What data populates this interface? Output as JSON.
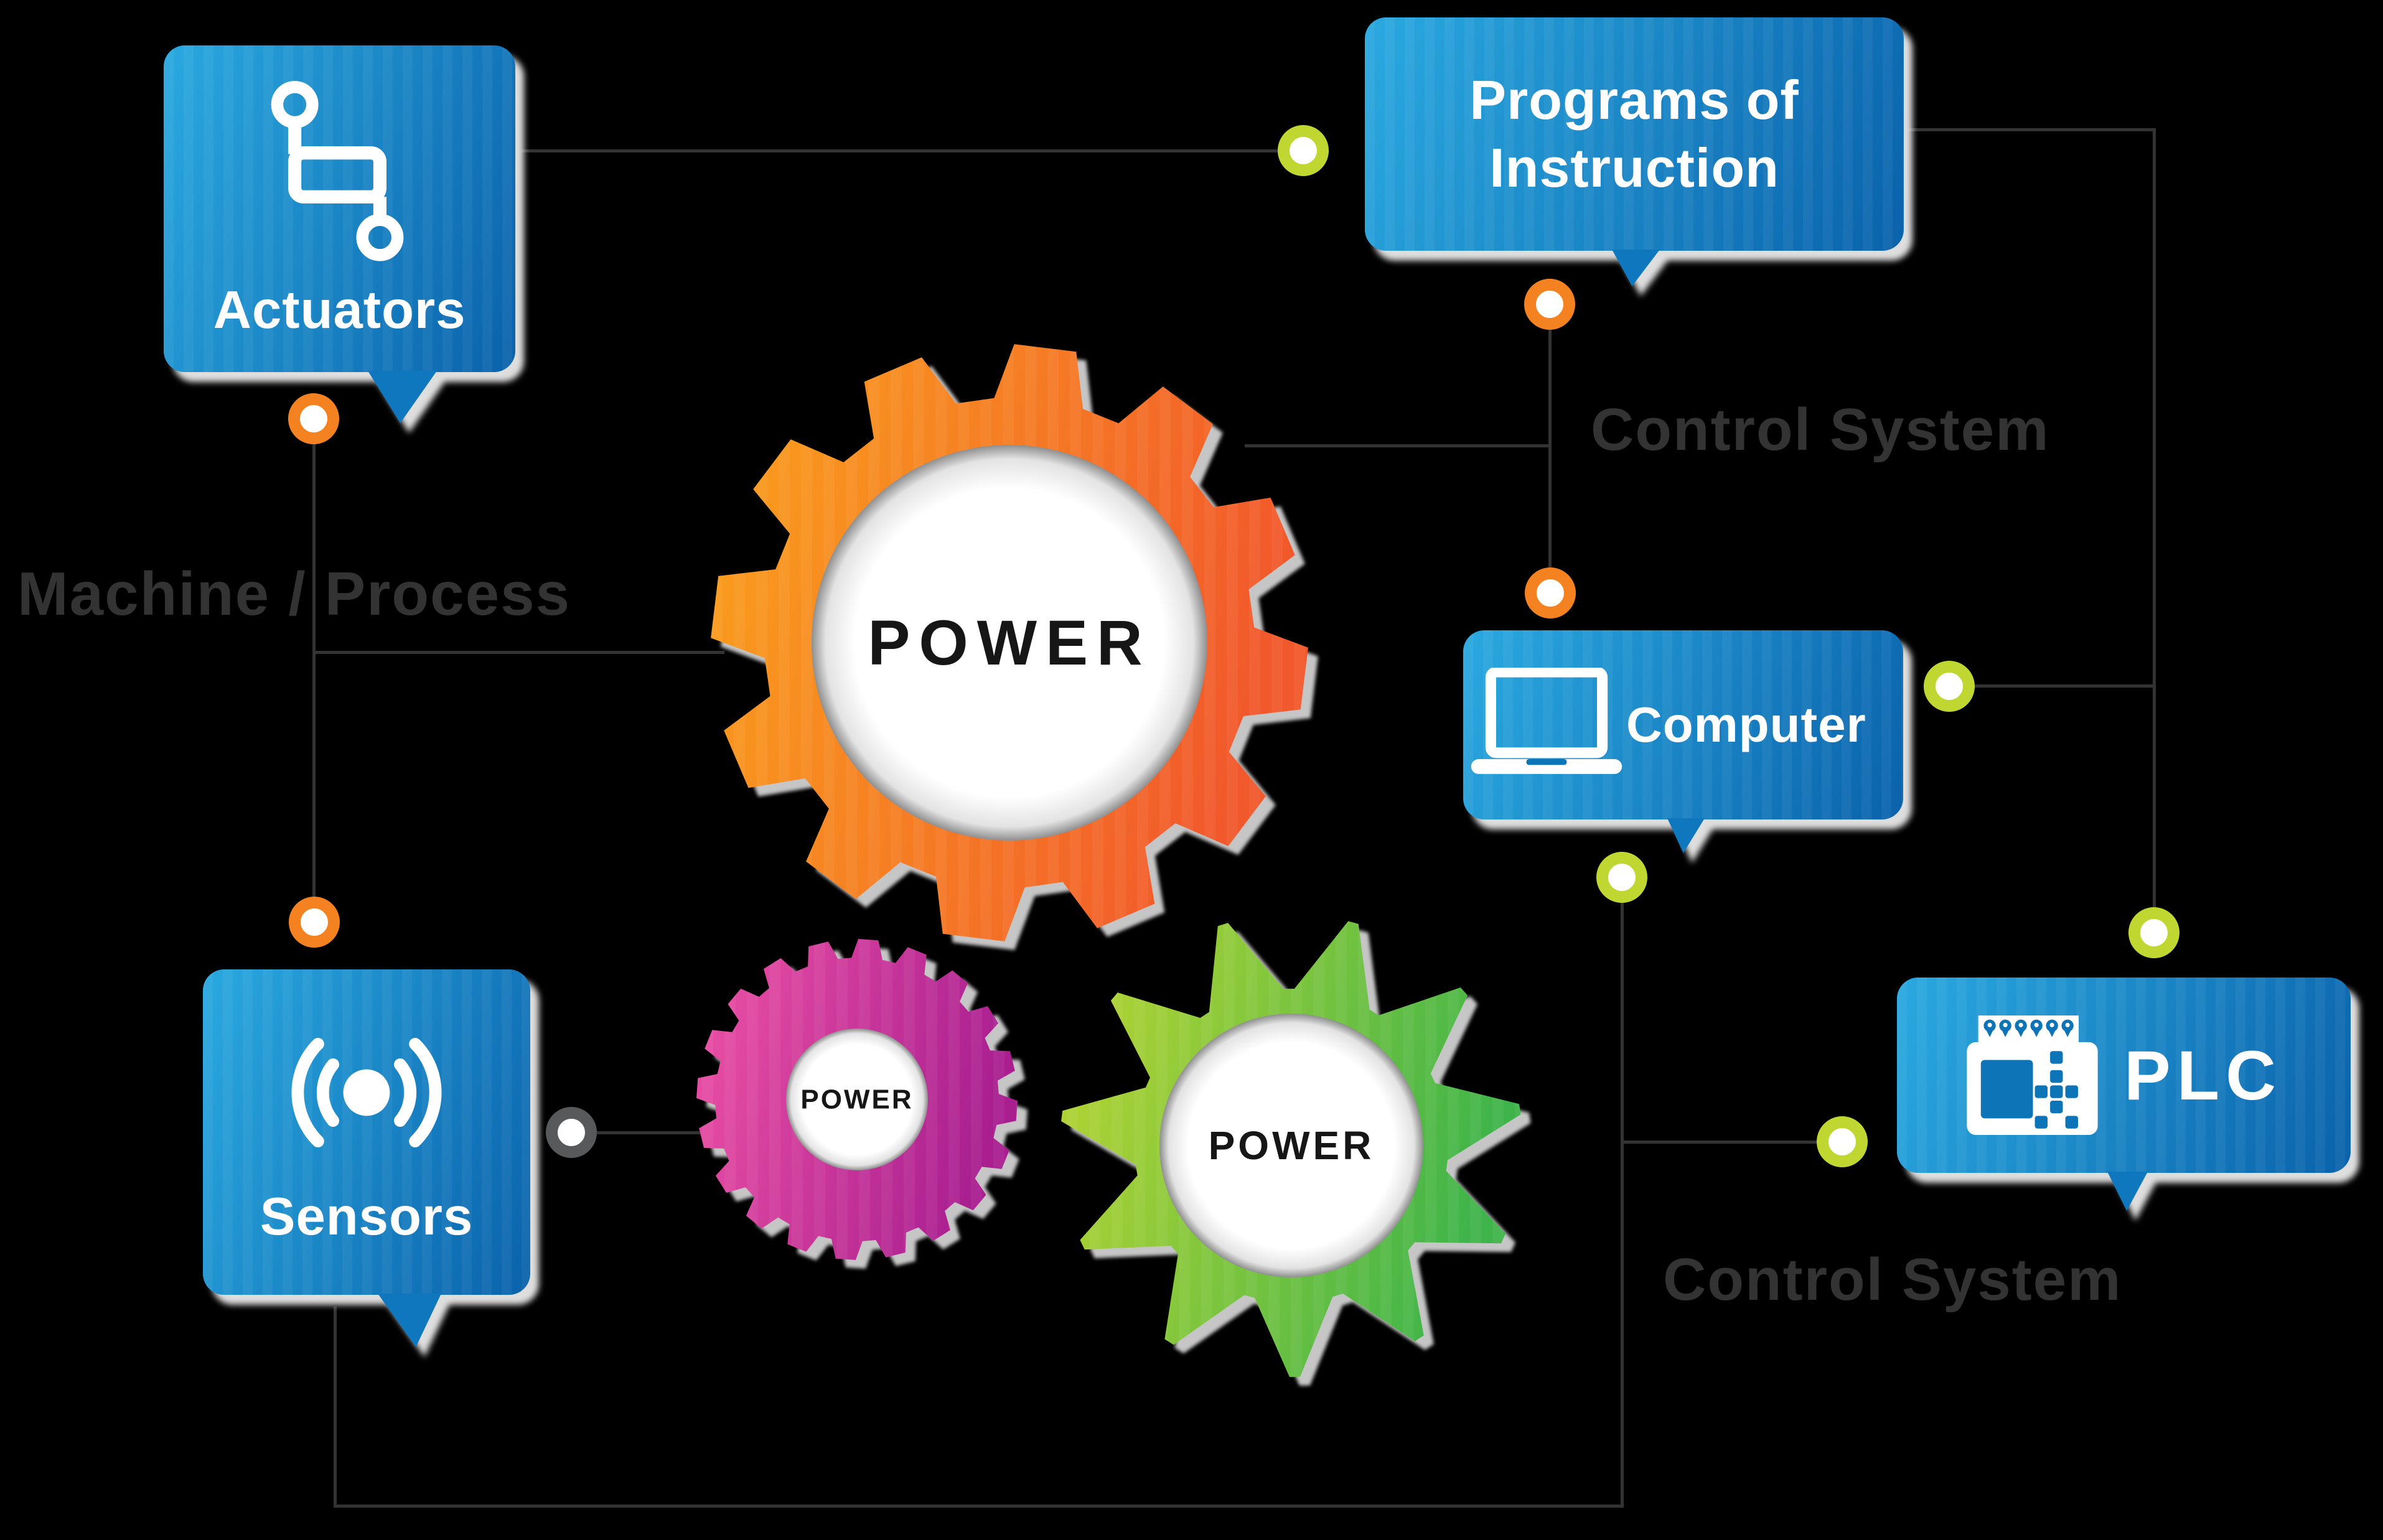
{
  "bubbles": {
    "actuators": {
      "label": "Actuators",
      "icon": "circuit-nodes-icon"
    },
    "programs_of_instruction": {
      "line1": "Programs of",
      "line2": "Instruction"
    },
    "computer": {
      "label": "Computer",
      "icon": "laptop-icon"
    },
    "plc": {
      "label": "PLC",
      "icon": "plc-board-icon"
    },
    "sensors": {
      "label": "Sensors",
      "icon": "signal-waves-icon"
    }
  },
  "gears": {
    "large_orange": {
      "label": "POWER"
    },
    "small_magenta": {
      "label": "POWER"
    },
    "medium_green": {
      "label": "POWER"
    }
  },
  "region_labels": {
    "machine_process": "Machine / Process",
    "control_system_top": "Control System",
    "control_system_bottom": "Control System"
  },
  "colors": {
    "background": "#000000",
    "bubble_gradient_start": "#2aa9e0",
    "bubble_gradient_end": "#0a62ab",
    "gear_orange_start": "#faa21c",
    "gear_orange_end": "#f1582b",
    "gear_magenta_start": "#ee52a5",
    "gear_magenta_end": "#a91f90",
    "gear_green_start": "#bcd631",
    "gear_green_end": "#3fb44a",
    "dot_orange": "#f58220",
    "dot_lime": "#bfd730",
    "dot_gray": "#58595b",
    "connector_line": "#333333",
    "region_label_text": "#333333"
  }
}
